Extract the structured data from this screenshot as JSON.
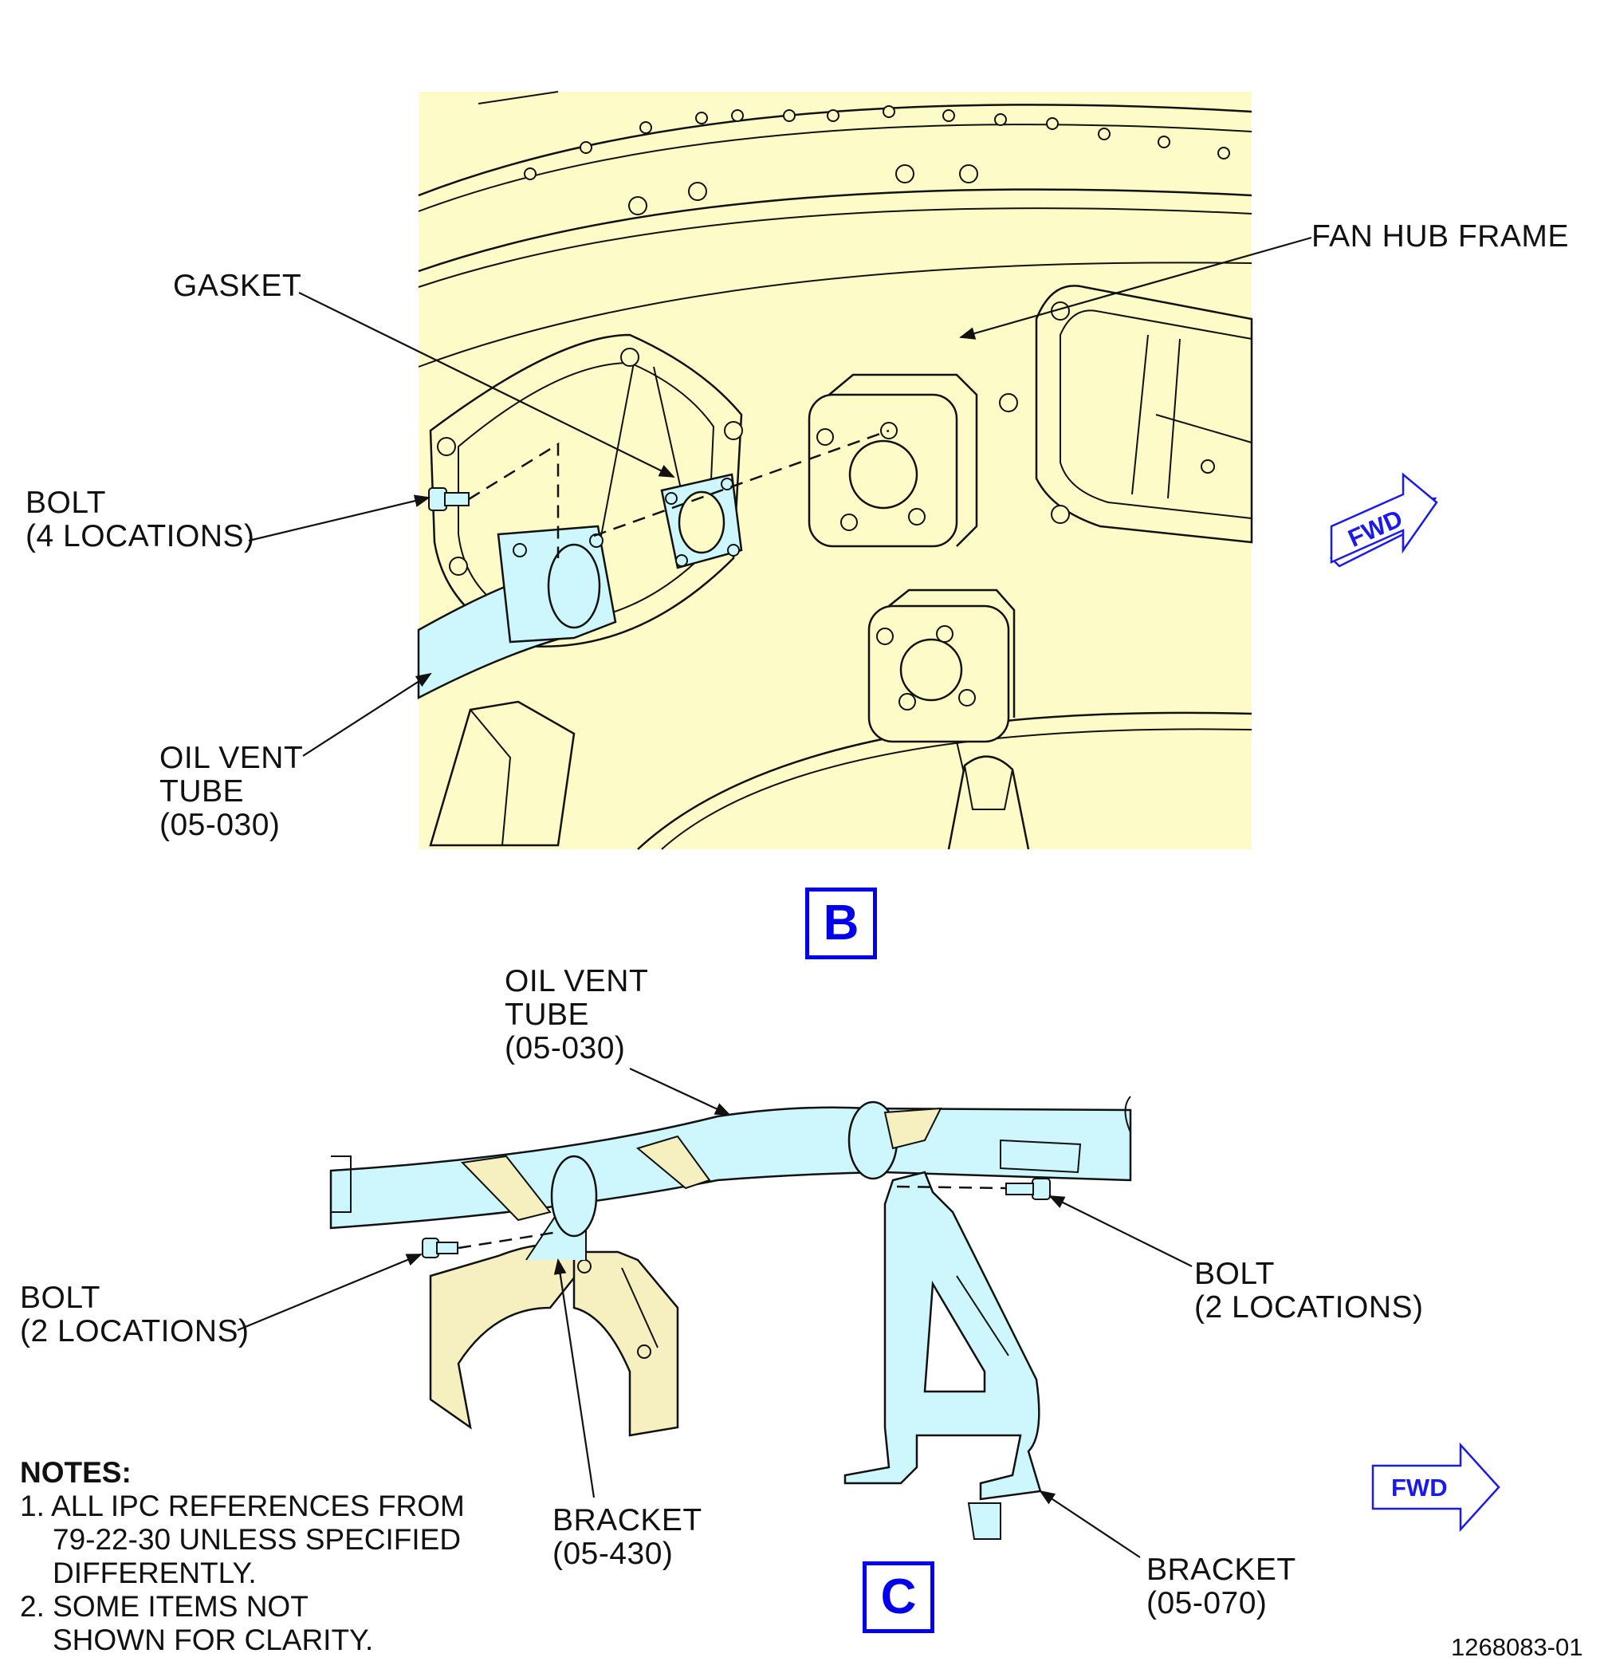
{
  "view_b": {
    "tag": "B",
    "labels": {
      "fan_hub_frame": "FAN HUB FRAME",
      "gasket": "GASKET",
      "bolt_line1": "BOLT",
      "bolt_line2": "(4 LOCATIONS)",
      "tube_line1": "OIL VENT",
      "tube_line2": "TUBE",
      "tube_line3": "(05-030)"
    },
    "fwd": "FWD"
  },
  "view_c": {
    "tag": "C",
    "labels": {
      "tube_line1": "OIL VENT",
      "tube_line2": "TUBE",
      "tube_line3": "(05-030)",
      "bolt_left_line1": "BOLT",
      "bolt_left_line2": "(2 LOCATIONS)",
      "bolt_right_line1": "BOLT",
      "bolt_right_line2": "(2 LOCATIONS)",
      "bracket_430_line1": "BRACKET",
      "bracket_430_line2": "(05-430)",
      "bracket_070_line1": "BRACKET",
      "bracket_070_line2": "(05-070)"
    },
    "fwd": "FWD"
  },
  "notes": {
    "heading": "NOTES:",
    "items": [
      "1. ALL IPC REFERENCES FROM",
      "79-22-30 UNLESS SPECIFIED",
      "DIFFERENTLY.",
      "2. SOME ITEMS NOT",
      "SHOWN FOR CLARITY."
    ]
  },
  "doc_number": "1268083-01",
  "colors": {
    "frame_fill": "#fdfbc8",
    "tube_fill": "#cdf7fd",
    "bracket_fill": "#f6efbf",
    "callout_blue": "#0000ee"
  }
}
